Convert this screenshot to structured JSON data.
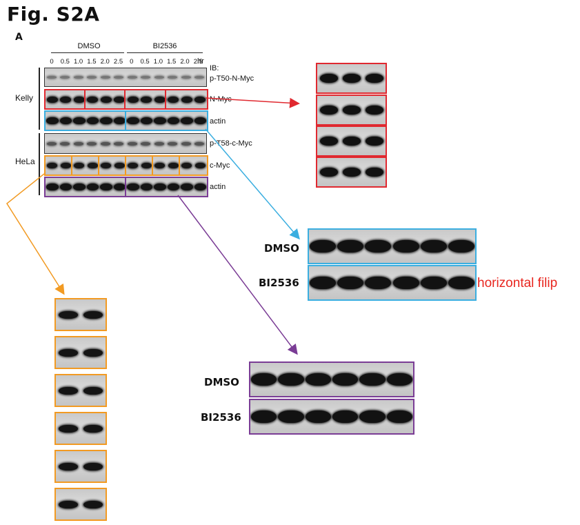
{
  "figure_title": "Fig. S2A",
  "panel_letter": "A",
  "groups": {
    "dmso": "DMSO",
    "drug": "BI2536"
  },
  "time_points": [
    "0",
    "0.5",
    "1.0",
    "1.5",
    "2.0",
    "2.5",
    "0",
    "0.5",
    "1.0",
    "1.5",
    "2.0",
    "2.5"
  ],
  "time_unit": "hr",
  "ib_label": "IB:",
  "cell_lines": {
    "kelly": "Kelly",
    "hela": "HeLa"
  },
  "blot_labels": {
    "p_t50": "p-T50-N-Myc",
    "nmyc": "N-Myc",
    "actin_kelly": "actin",
    "p_t58": "p-T58-c-Myc",
    "cmyc": "c-Myc",
    "actin_hela": "actin"
  },
  "zoom_labels": {
    "blue_dmso": "DMSO",
    "blue_bi": "BI2536",
    "purple_dmso": "DMSO",
    "purple_bi": "BI2536"
  },
  "annotation": "horizontal filip",
  "colors": {
    "red": "#e0282f",
    "blue": "#3aaee0",
    "orange": "#f29a22",
    "purple": "#7a3c95",
    "annotation": "#e8261f"
  }
}
